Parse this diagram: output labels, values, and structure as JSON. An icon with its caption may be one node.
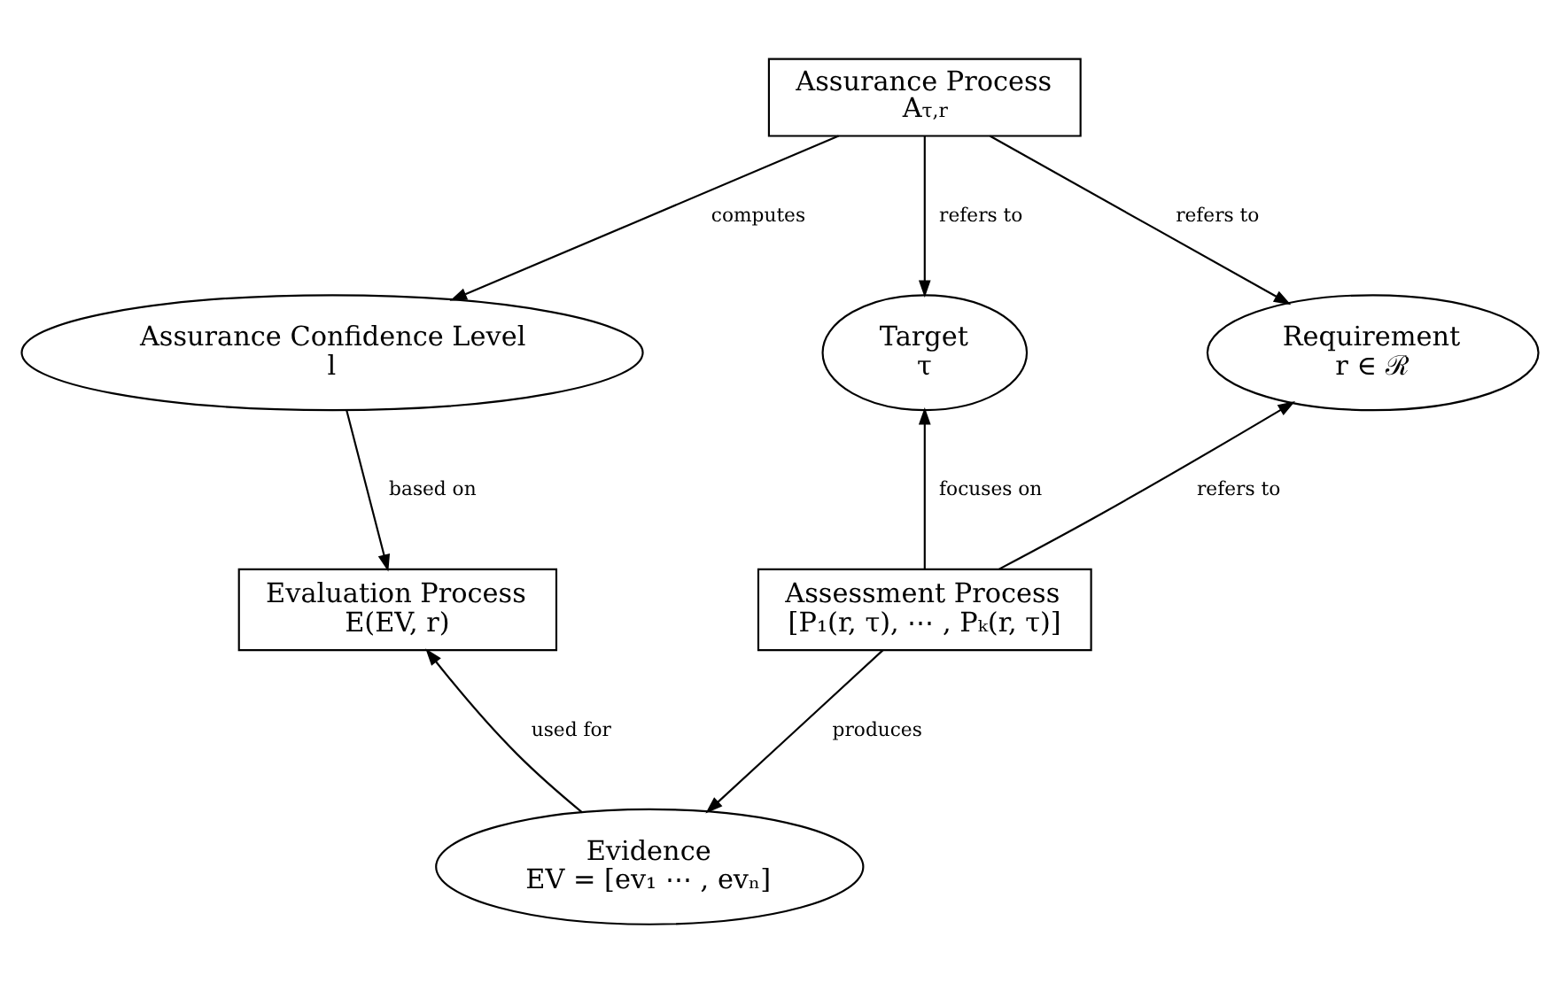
{
  "diagram": {
    "nodes": [
      {
        "text": [
          "Assurance Process",
          "A$_{τ,r}$"
        ]
      },
      {
        "text": [
          "Assurance Confidence Level",
          "l"
        ]
      },
      {
        "text": [
          "Requirement",
          "r ∈ ℛ"
        ]
      },
      {
        "text": [
          "Target",
          "τ"
        ]
      },
      {
        "text": [
          "Evaluation Process",
          "E(EV, r)"
        ]
      },
      {
        "text": [
          "Assessment Process",
          "[P₁(r, τ), ⋯ , Pₖ(r, τ)]"
        ]
      },
      {
        "text": [
          "Evidence",
          "EV = [ev₁ ⋯ , evₙ]"
        ]
      }
    ],
    "edges": [
      {
        "from": 0,
        "to": 1,
        "arrow": "to",
        "label": "computes"
      },
      {
        "from": 0,
        "to": 2,
        "arrow": "to",
        "label": "refers to"
      },
      {
        "from": 0,
        "to": 3,
        "arrow": "to",
        "label": "refers to"
      },
      {
        "from": 1,
        "to": 4,
        "arrow": "to",
        "label": "based on"
      },
      {
        "from": 5,
        "to": 2,
        "arrow": "to",
        "label": "refers to"
      },
      {
        "from": 5,
        "to": 3,
        "arrow": "to",
        "label": "focuses on"
      },
      {
        "from": 5,
        "to": 6,
        "arrow": "to",
        "label": "produces"
      },
      {
        "from": 6,
        "to": 4,
        "arrow": "to",
        "label": "used for"
      }
    ]
  }
}
